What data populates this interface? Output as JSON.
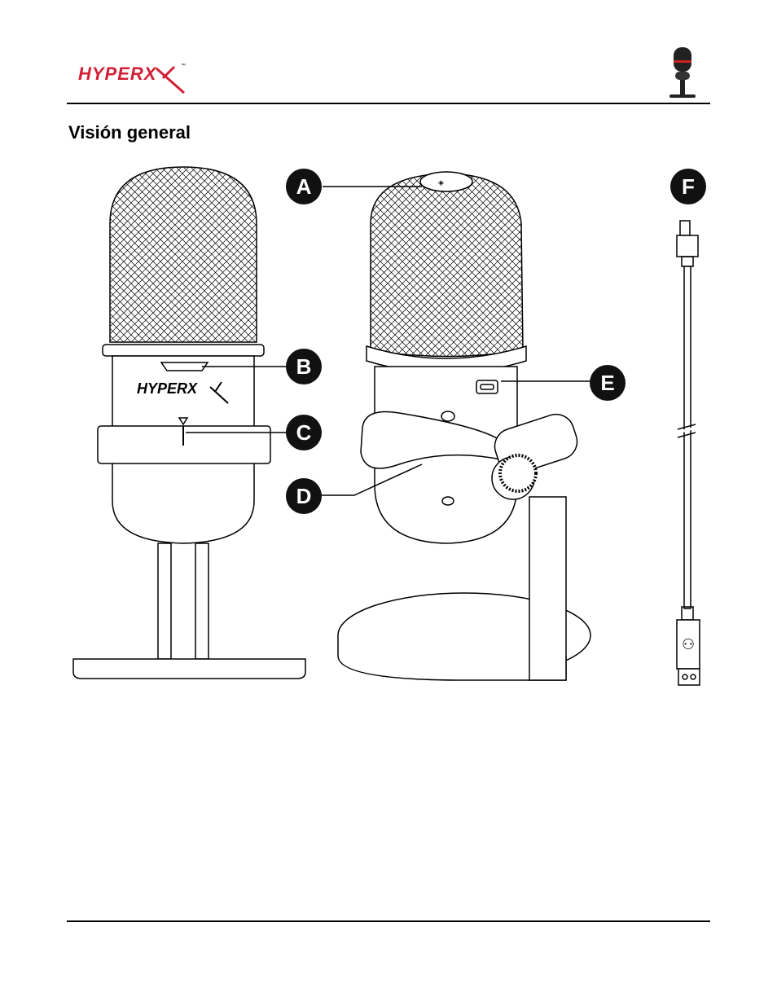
{
  "header": {
    "brand": "HYPERX",
    "trademark": "™"
  },
  "section": {
    "title": "Visión general"
  },
  "diagram": {
    "callouts": [
      "A",
      "B",
      "C",
      "D",
      "E",
      "F"
    ],
    "mic_logo_text": "HYPERX"
  },
  "colors": {
    "brand_red": "#d21f35",
    "line": "#000000",
    "callout_bg": "#111111",
    "callout_text": "#ffffff"
  }
}
